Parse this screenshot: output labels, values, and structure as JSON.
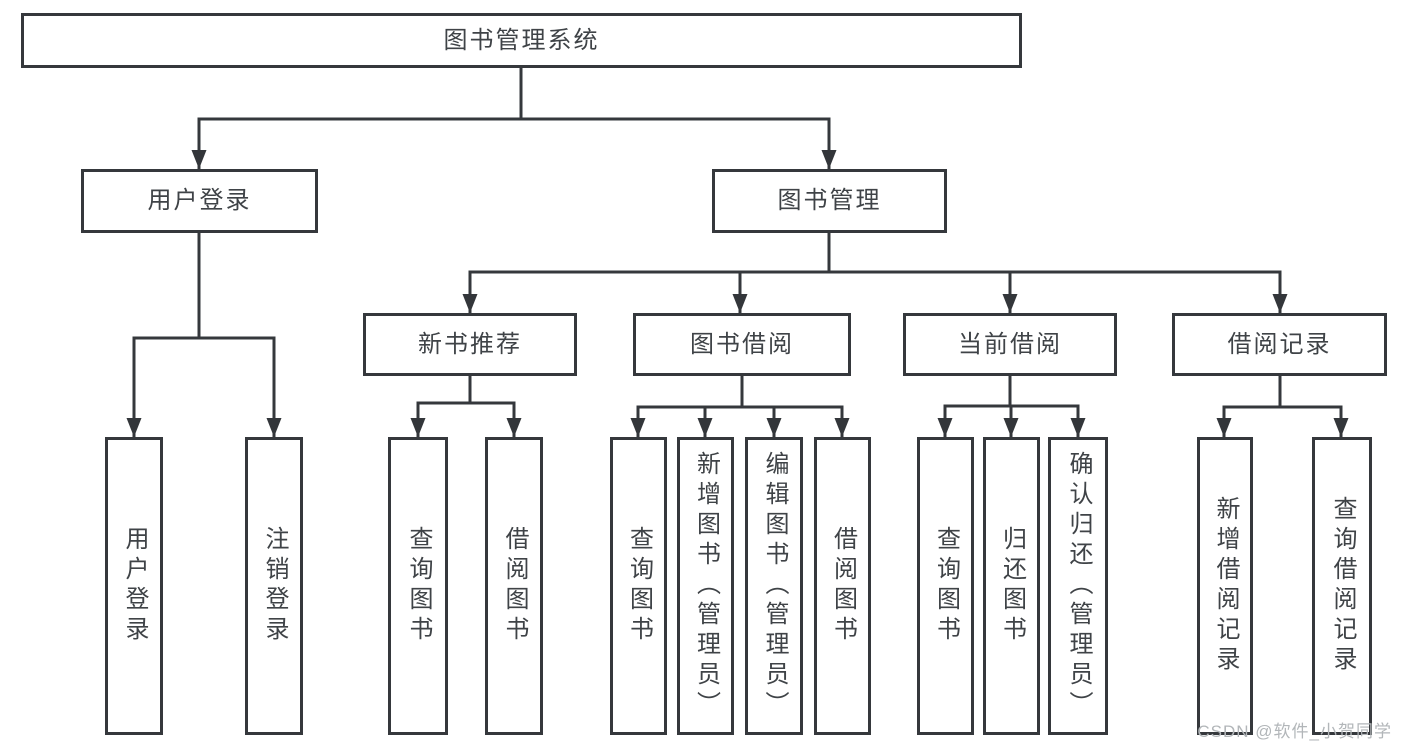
{
  "colors": {
    "line": "#35383c",
    "text": "#3f4347",
    "background": "#ffffff",
    "watermark": "#b2b6b9"
  },
  "watermark": {
    "text": "CSDN @软件_小贺同学"
  },
  "tree": {
    "label": "图书管理系统",
    "children": [
      {
        "label": "用户登录",
        "children": [
          {
            "label": "用户登录"
          },
          {
            "label": "注销登录"
          }
        ]
      },
      {
        "label": "图书管理",
        "children": [
          {
            "label": "新书推荐",
            "children": [
              {
                "label": "查询图书"
              },
              {
                "label": "借阅图书"
              }
            ]
          },
          {
            "label": "图书借阅",
            "children": [
              {
                "label": "查询图书"
              },
              {
                "label": "新增图书（管理员）"
              },
              {
                "label": "编辑图书（管理员）"
              },
              {
                "label": "借阅图书"
              }
            ]
          },
          {
            "label": "当前借阅",
            "children": [
              {
                "label": "查询图书"
              },
              {
                "label": "归还图书"
              },
              {
                "label": "确认归还（管理员）"
              }
            ]
          },
          {
            "label": "借阅记录",
            "children": [
              {
                "label": "新增借阅记录"
              },
              {
                "label": "查询借阅记录"
              }
            ]
          }
        ]
      }
    ]
  }
}
